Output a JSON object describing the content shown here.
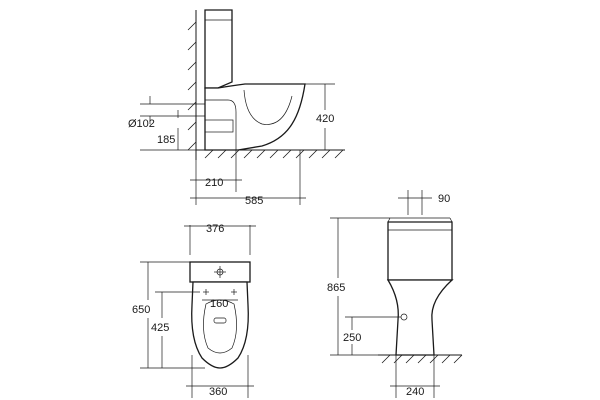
{
  "dimensions": {
    "pipe_diameter": "Ø102",
    "outlet_height": "185",
    "seat_height": "420",
    "outlet_to_wall": "210",
    "projection": "585",
    "tank_width": "376",
    "total_length_top": "650",
    "fixing_length": "425",
    "fixing_spacing": "160",
    "bowl_width": "360",
    "total_height": "865",
    "inlet_height": "250",
    "tank_depth": "90",
    "base_width": "240"
  }
}
